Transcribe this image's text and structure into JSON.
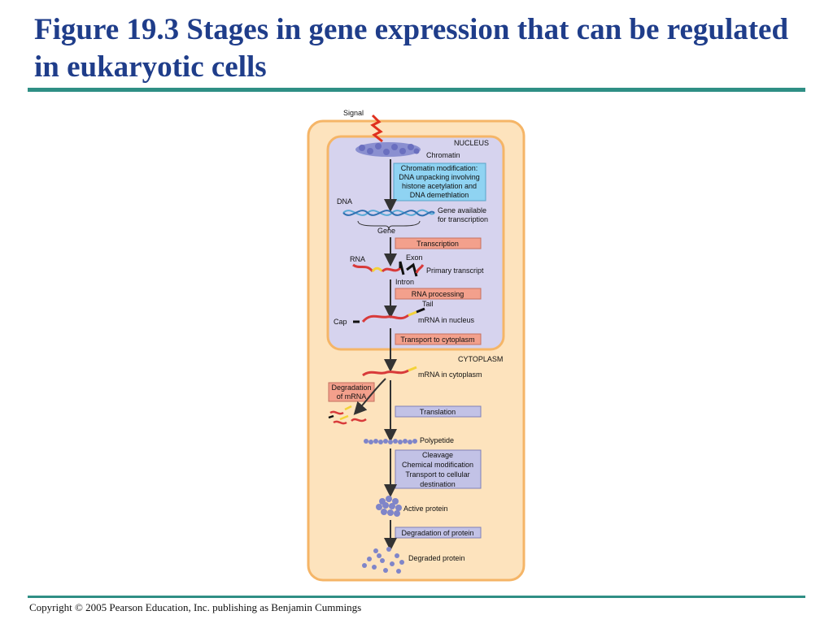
{
  "slide": {
    "title": "Figure 19.3 Stages in gene expression that can be regulated in eukaryotic cells",
    "copyright": "Copyright © 2005 Pearson Education, Inc. publishing as Benjamin Cummings"
  },
  "diagram": {
    "signal": "Signal",
    "nucleus": "NUCLEUS",
    "chromatin": "Chromatin",
    "chromatin_mod": [
      "Chromatin modification:",
      "DNA unpacking involving",
      "histone acetylation and",
      "DNA demethlation"
    ],
    "dna": "DNA",
    "gene_available": [
      "Gene available",
      "for transcription"
    ],
    "gene": "Gene",
    "transcription": "Transcription",
    "rna": "RNA",
    "exon": "Exon",
    "primary_transcript": "Primary transcript",
    "intron": "Intron",
    "rna_processing": "RNA processing",
    "tail": "Tail",
    "cap": "Cap",
    "mrna_nucleus": "mRNA in nucleus",
    "transport": "Transport to cytoplasm",
    "cytoplasm": "CYTOPLASM",
    "mrna_cytoplasm": "mRNA in cytoplasm",
    "degradation_mrna": [
      "Degradation",
      "of mRNA"
    ],
    "translation": "Translation",
    "polypeptide": "Polypetide",
    "cleavage": [
      "Cleavage",
      "Chemical modification",
      "Transport to cellular",
      "destination"
    ],
    "active_protein": "Active protein",
    "degradation_protein": "Degradation of protein",
    "degraded_protein": "Degraded protein"
  },
  "colors": {
    "title": "#1f3d8a",
    "rule": "#2f8f85",
    "cell_fill": "#fde3bd",
    "cell_stroke": "#f5b567",
    "nucleus_fill": "#d6d3ee",
    "cyan_box": "#8fd3f2",
    "salmon_box": "#f3a08c",
    "lavender_box": "#c2c2e6",
    "rna_red": "#d83a3a",
    "cap_yellow": "#f3d23a"
  }
}
